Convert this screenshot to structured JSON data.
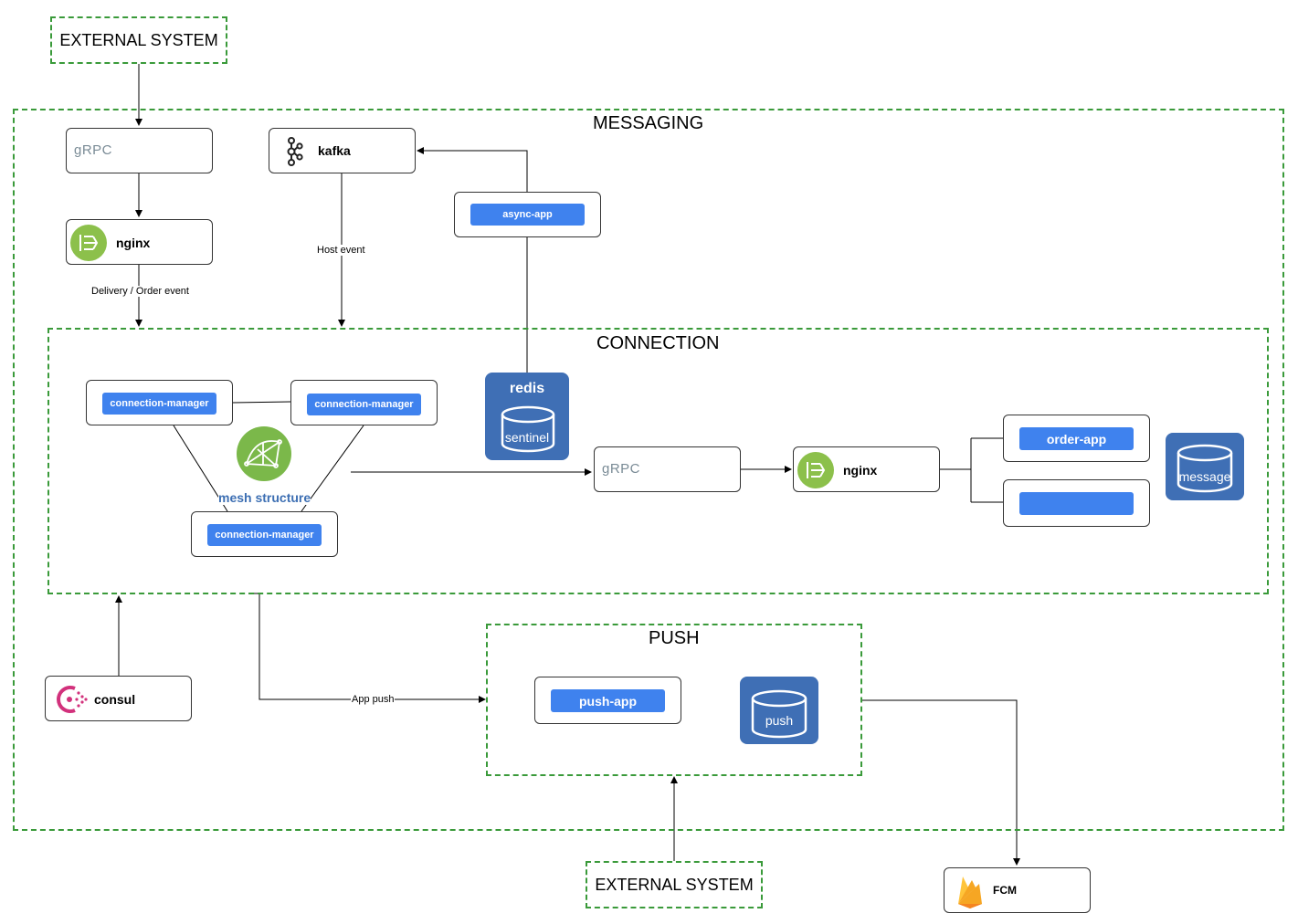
{
  "external_top": "EXTERNAL SYSTEM",
  "external_bottom": "EXTERNAL SYSTEM",
  "groups": {
    "messaging": "MESSAGING",
    "connection": "CONNECTION",
    "push": "PUSH"
  },
  "nodes": {
    "grpc_top": "gRPC",
    "kafka": "kafka",
    "async_app": "async-app",
    "nginx_top": "nginx",
    "redis": {
      "title": "redis",
      "caption": "sentinel"
    },
    "cm_left": "connection-manager",
    "cm_right": "connection-manager",
    "cm_bottom": "connection-manager",
    "mesh": "mesh structure",
    "grpc_mid": "gRPC",
    "nginx_mid": "nginx",
    "order_app": "order-app",
    "second_app": "",
    "message_db": "message",
    "consul": "consul",
    "push_app": "push-app",
    "push_db": "push",
    "fcm": "FCM"
  },
  "edge_labels": {
    "delivery": "Delivery / Order event",
    "host_event": "Host event",
    "app_push": "App push"
  },
  "colors": {
    "group_border": "#3a9a3a",
    "pill": "#3f82ee",
    "db": "#3f6fb5",
    "nginx_icon": "#8cc04b",
    "consul_icon": "#d2317c",
    "firebase": "#f6a623"
  },
  "icons": [
    "grpc-logo",
    "kafka-icon",
    "nginx-icon",
    "mesh-icon",
    "consul-icon",
    "firebase-icon",
    "database-icon"
  ]
}
